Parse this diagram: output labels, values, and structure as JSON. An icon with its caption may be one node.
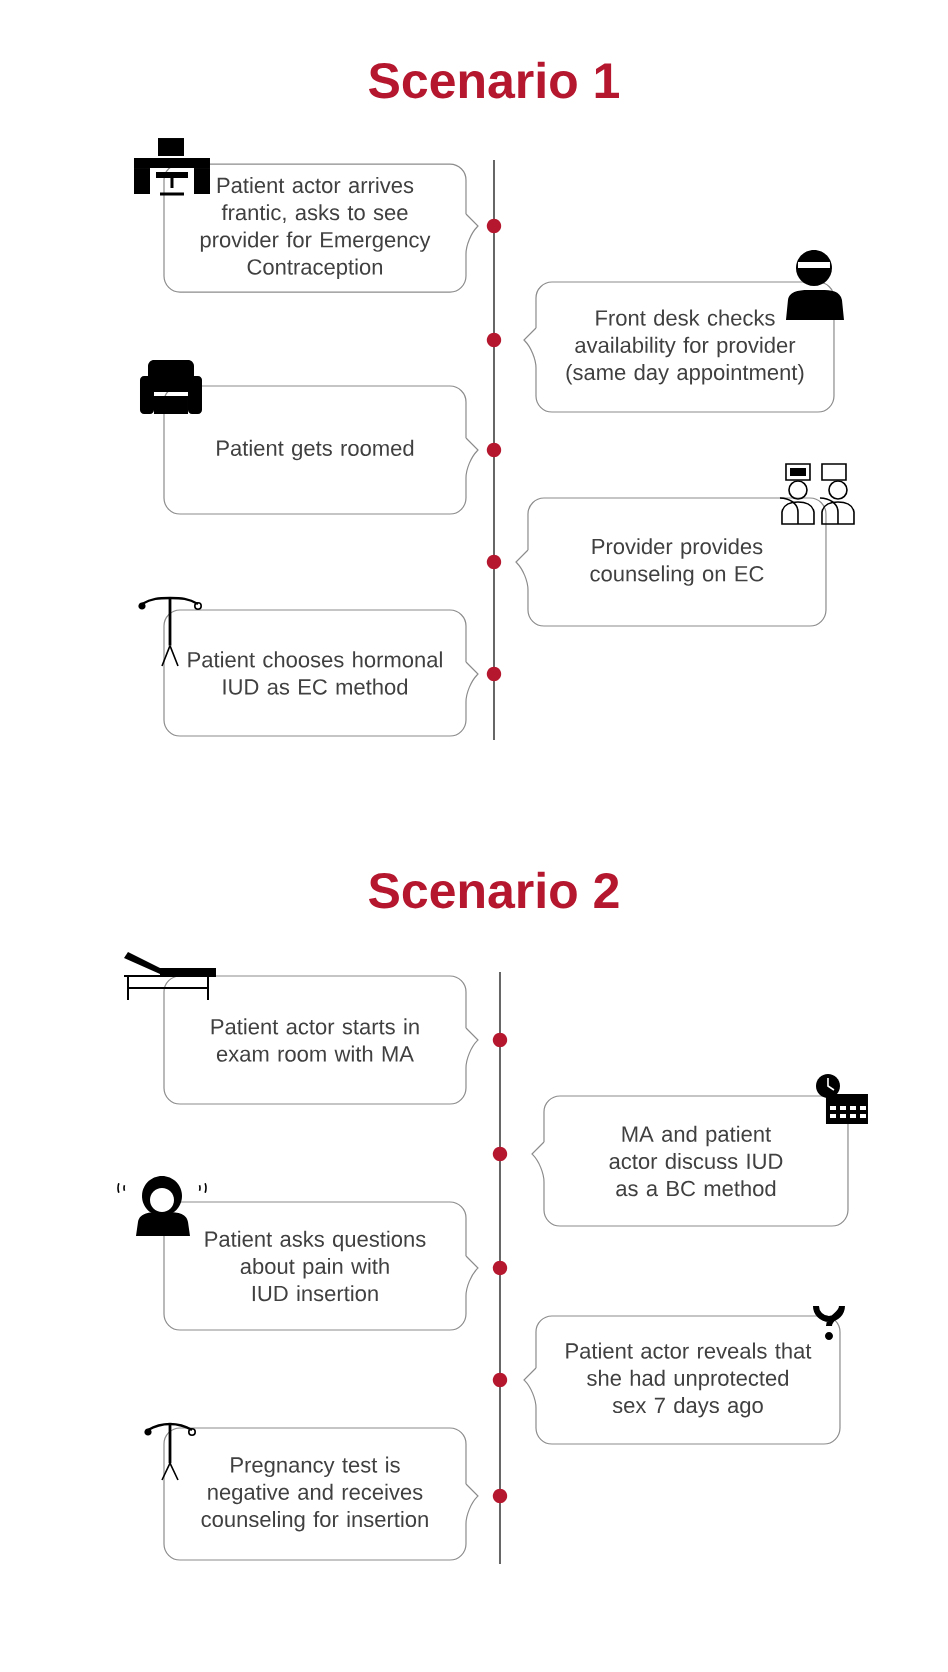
{
  "diagram": {
    "nodes": [
      {
        "text": [
          "Patient actor arrives frantic, asks to see provider for Emergency Contraception"
        ]
      },
      {
        "text": [
          "Front desk checks availability for provider (same day appointment)"
        ]
      },
      {
        "text": [
          "Patient gets roomed"
        ]
      },
      {
        "text": [
          "Provider provides counseling on EC"
        ]
      },
      {
        "text": [
          "Patient chooses hormonal IUD as EC method"
        ]
      },
      {
        "text": [
          "Patient actor starts in exam room with MA"
        ]
      },
      {
        "text": [
          "MA and patient actor discuss IUD as a BC method"
        ]
      },
      {
        "text": [
          "Patient asks questions about pain with IUD insertion"
        ]
      },
      {
        "text": [
          "Patient actor reveals that she had unprotected sex 7 days ago"
        ]
      },
      {
        "text": [
          "Pregnancy test is negative and receives counseling for insertion"
        ]
      }
    ],
    "labels": [
      "Scenario 1",
      "Scenario 2"
    ]
  }
}
